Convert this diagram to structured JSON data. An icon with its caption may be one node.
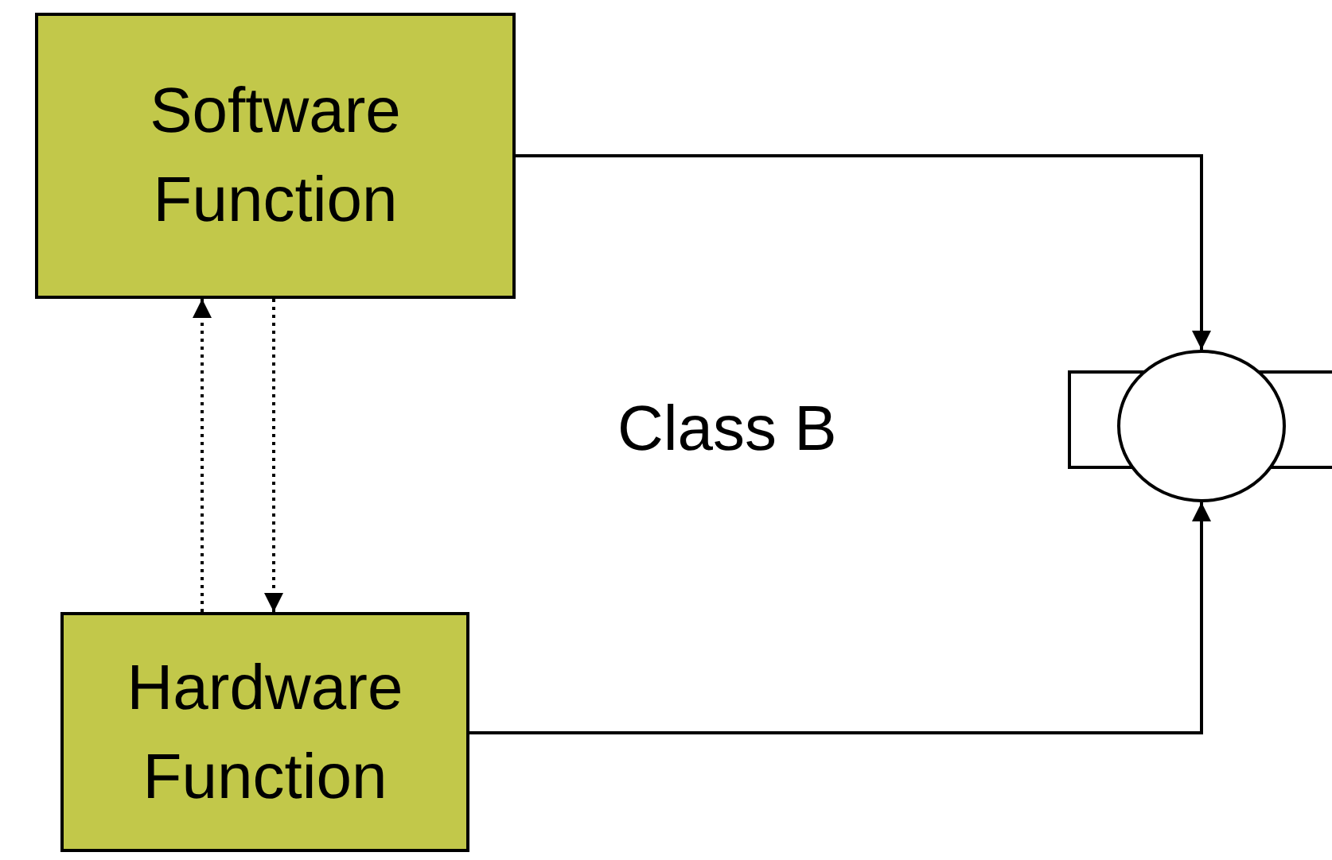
{
  "diagram": {
    "nodes": [
      {
        "text": [
          "Software Function"
        ]
      },
      {
        "text": [
          "Hardware Function"
        ]
      },
      {
        "text": [],
        "shape": "box"
      },
      {
        "text": [],
        "shape": "circle"
      }
    ],
    "edges": [
      {
        "from": 0,
        "to": 3,
        "arrow": "to"
      },
      {
        "from": 1,
        "to": 3,
        "arrow": "to"
      },
      {
        "from": 1,
        "to": 0,
        "arrow": "to",
        "style": "dashed"
      },
      {
        "from": 0,
        "to": 1,
        "arrow": "to",
        "style": "dashed"
      }
    ],
    "labels": [
      "Class B"
    ]
  }
}
